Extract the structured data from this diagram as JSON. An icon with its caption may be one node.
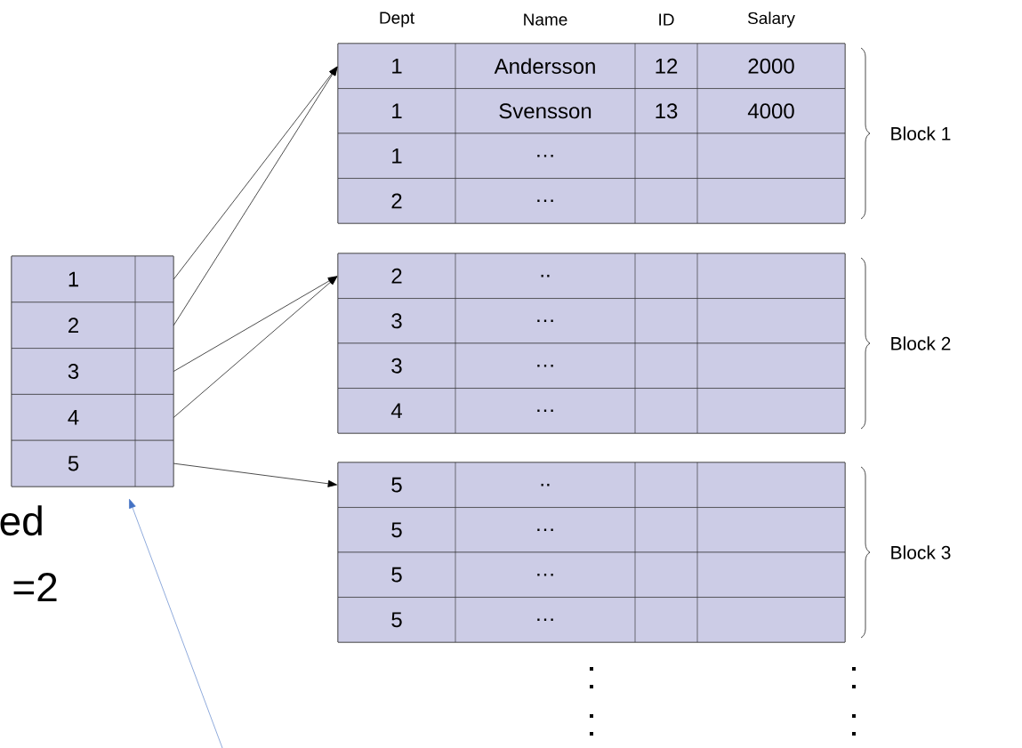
{
  "diagram": {
    "nodes": [
      {
        "text": [
          "Block 1"
        ]
      },
      {
        "text": [
          "1",
          "Andersson",
          "12",
          "2000"
        ],
        "in": 0
      },
      {
        "text": [
          "1",
          "Svensson",
          "13",
          "4000"
        ],
        "in": 0
      },
      {
        "text": [
          "1",
          "…"
        ],
        "in": 0
      },
      {
        "text": [
          "2",
          "…"
        ],
        "in": 0
      },
      {
        "text": [
          "Block 2"
        ]
      },
      {
        "text": [
          "2",
          ".."
        ],
        "in": 5
      },
      {
        "text": [
          "3",
          "…"
        ],
        "in": 5
      },
      {
        "text": [
          "3",
          "…"
        ],
        "in": 5
      },
      {
        "text": [
          "4",
          "…"
        ],
        "in": 5
      },
      {
        "text": [
          "Block 3"
        ]
      },
      {
        "text": [
          "5",
          ".."
        ],
        "in": 10
      },
      {
        "text": [
          "5",
          "…"
        ],
        "in": 10
      },
      {
        "text": [
          "5",
          "…"
        ],
        "in": 10
      },
      {
        "text": [
          "5",
          "…"
        ],
        "in": 10
      },
      {
        "text": [],
        "shape": "box"
      },
      {
        "text": [
          "1"
        ],
        "in": 15
      },
      {
        "text": [
          "2"
        ],
        "in": 15
      },
      {
        "text": [
          "3"
        ],
        "in": 15
      },
      {
        "text": [
          "4"
        ],
        "in": 15
      },
      {
        "text": [
          "5"
        ],
        "in": 15
      }
    ],
    "edges": [
      {
        "from": 16,
        "to": 1,
        "arrow": "to"
      },
      {
        "from": 17,
        "to": 1,
        "arrow": "to"
      },
      {
        "from": 18,
        "to": 6,
        "arrow": "to"
      },
      {
        "from": 19,
        "to": 6,
        "arrow": "to"
      },
      {
        "from": 20,
        "to": 11,
        "arrow": "to"
      },
      {
        "from": null,
        "to": 15,
        "arrow": "to",
        "color": "#4472c4"
      }
    ],
    "labels": [
      "Dept",
      "Name",
      "ID",
      "Salary",
      "ed",
      "=2"
    ]
  }
}
